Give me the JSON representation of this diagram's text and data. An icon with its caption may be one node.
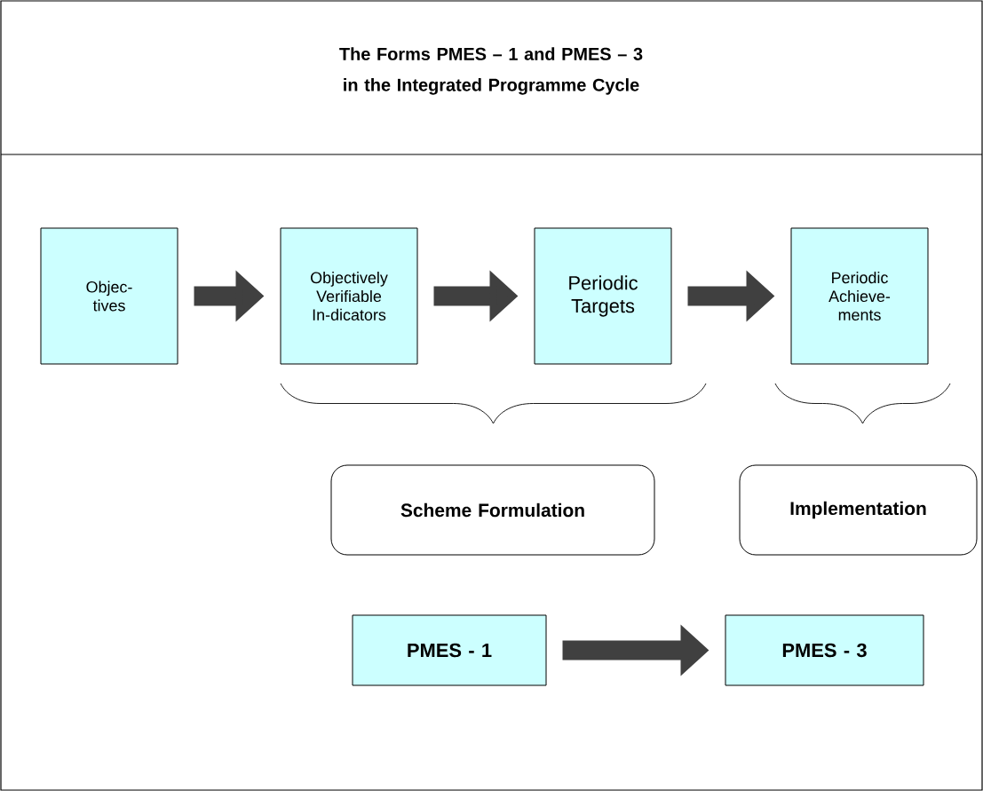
{
  "diagram": {
    "title": "The Forms PMES – 1 and PMES – 3 in the Integrated Programme Cycle",
    "nodes": [
      {
        "text": [
          "Objec-tives"
        ]
      },
      {
        "text": [
          "Objectively Verifiable In-dicators"
        ]
      },
      {
        "text": [
          "Periodic Targets"
        ]
      },
      {
        "text": [
          "Periodic Achieve-ments"
        ]
      },
      {
        "text": [
          "Scheme Formulation"
        ]
      },
      {
        "text": [
          "Implementation"
        ]
      },
      {
        "text": [
          "PMES - 1"
        ]
      },
      {
        "text": [
          "PMES - 3"
        ]
      }
    ],
    "edges": [
      {
        "from": 0,
        "to": 1,
        "arrow": "to"
      },
      {
        "from": 1,
        "to": 2,
        "arrow": "to"
      },
      {
        "from": 2,
        "to": 3,
        "arrow": "to"
      },
      {
        "from": 6,
        "to": 7,
        "arrow": "to"
      }
    ]
  }
}
